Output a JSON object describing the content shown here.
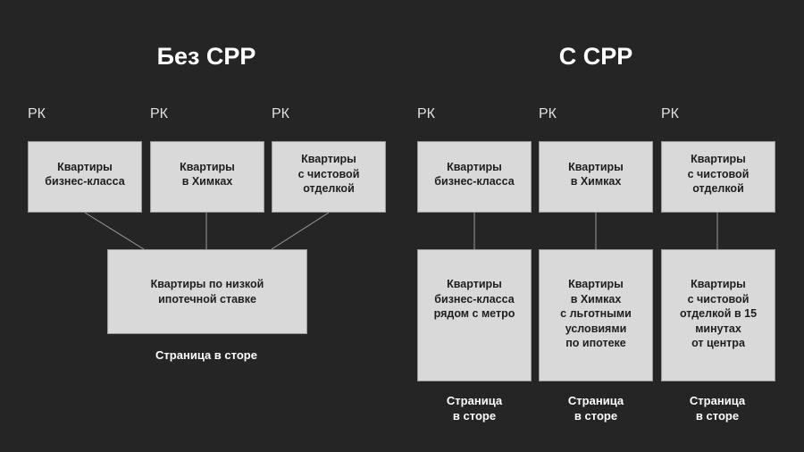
{
  "left": {
    "title": "Без CPP",
    "rk_labels": [
      "РК",
      "РК",
      "РК"
    ],
    "top_boxes": [
      "Квартиры\nбизнес-класса",
      "Квартиры\nв Химках",
      "Квартиры\nс чистовой\nотделкой"
    ],
    "bottom_box": "Квартиры по низкой\nипотечной ставке",
    "caption": "Страница в сторе"
  },
  "right": {
    "title": "С CPP",
    "rk_labels": [
      "РК",
      "РК",
      "РК"
    ],
    "top_boxes": [
      "Квартиры\nбизнес-класса",
      "Квартиры\nв Химках",
      "Квартиры\nс чистовой\nотделкой"
    ],
    "bottom_boxes": [
      "Квартиры\nбизнес-класса\nрядом с метро",
      "Квартиры\nв Химках\nс льготными\nусловиями\nпо ипотеке",
      "Квартиры\nс чистовой\nотделкой в 15\nминутах\nот центра"
    ],
    "captions": [
      "Страница\nв сторе",
      "Страница\nв сторе",
      "Страница\nв сторе"
    ]
  },
  "colors": {
    "background": "#252525",
    "box": "#d9d9d9",
    "connector": "#9a9a9a"
  }
}
